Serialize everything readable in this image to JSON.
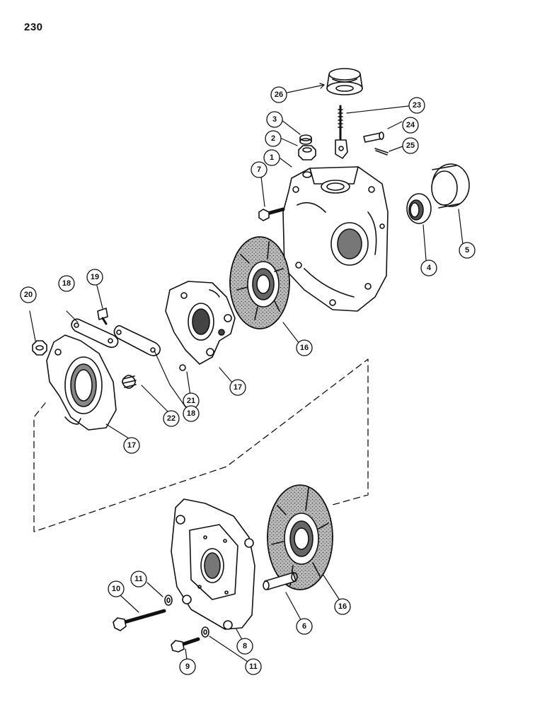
{
  "page": {
    "number": "230"
  },
  "callouts": {
    "c1": "1",
    "c2": "2",
    "c3": "3",
    "c4": "4",
    "c5": "5",
    "c6": "6",
    "c7": "7",
    "c8": "8",
    "c9": "9",
    "c10": "10",
    "c11a": "11",
    "c11b": "11",
    "c16a": "16",
    "c16b": "16",
    "c17a": "17",
    "c17b": "17",
    "c18a": "18",
    "c18b": "18",
    "c19": "19",
    "c20": "20",
    "c21": "21",
    "c22": "22",
    "c23": "23",
    "c24": "24",
    "c25": "25",
    "c26": "26"
  },
  "colors": {
    "line": "#111111",
    "fill": "#ffffff",
    "shade": "#888888"
  }
}
